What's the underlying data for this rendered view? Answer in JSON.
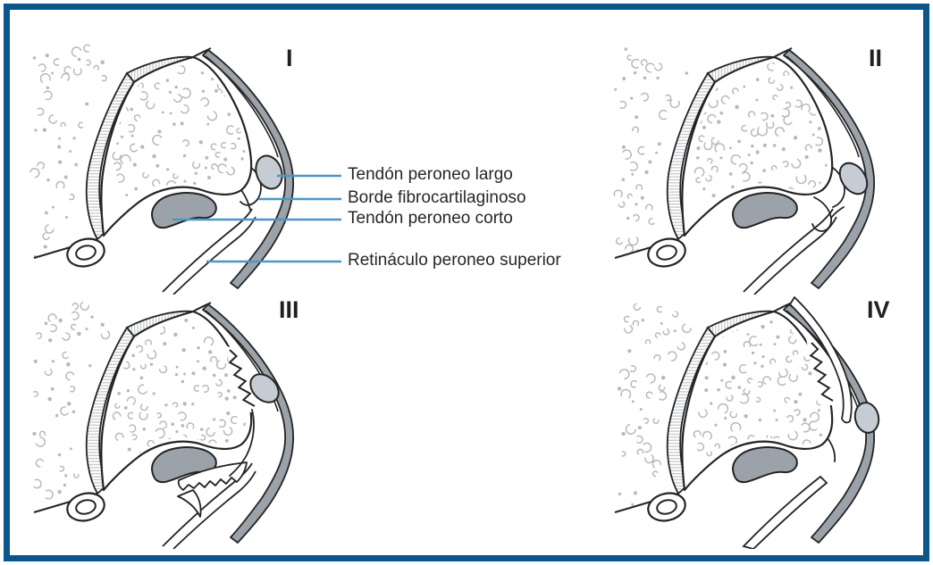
{
  "figure": {
    "panels": [
      {
        "numeral": "I"
      },
      {
        "numeral": "II"
      },
      {
        "numeral": "III"
      },
      {
        "numeral": "IV"
      }
    ],
    "annotations": [
      {
        "label": "Tendón peroneo largo"
      },
      {
        "label": "Borde fibrocartilaginoso"
      },
      {
        "label": "Tendón peroneo corto"
      },
      {
        "label": "Retináculo peroneo superior"
      }
    ],
    "colors": {
      "border": "#09558c",
      "leader_line": "#4d96c8",
      "label_text": "#2a2526",
      "numeral_text": "#231f20",
      "outline": "#242424",
      "gray_band": "#9ba2a9",
      "tendon_light": "#c6ccd4",
      "stipple": "#b4bac0",
      "hatch": "#b9bfc5",
      "background": "#ffffff"
    }
  }
}
